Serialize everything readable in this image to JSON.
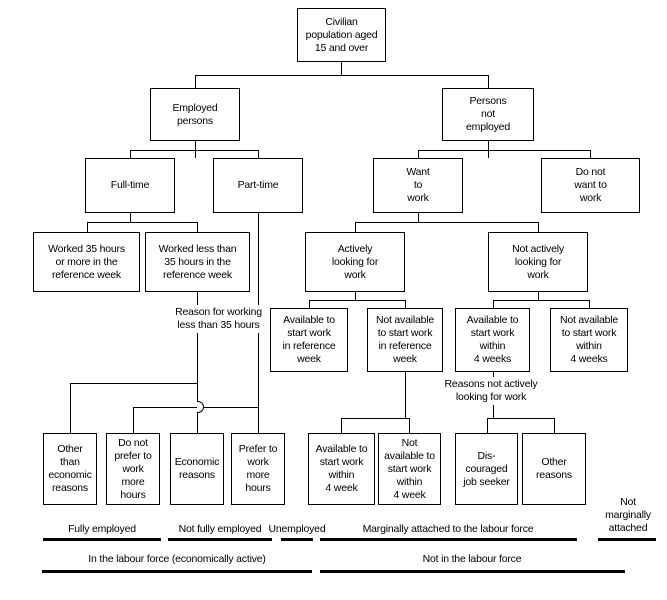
{
  "nodes": [
    {
      "id": "civilian",
      "label": "Civilian\npopulation aged\n15 and over"
    },
    {
      "id": "employed",
      "label": "Employed\npersons"
    },
    {
      "id": "not_employed",
      "label": "Persons\nnot\nemployed"
    },
    {
      "id": "fulltime",
      "label": "Full-time"
    },
    {
      "id": "parttime",
      "label": "Part-time"
    },
    {
      "id": "want",
      "label": "Want\nto\nwork"
    },
    {
      "id": "nowant",
      "label": "Do not\nwant to\nwork"
    },
    {
      "id": "worked35",
      "label": "Worked 35 hours\nor more in the\nreference week"
    },
    {
      "id": "workedless",
      "label": "Worked less than\n35 hours in the\nreference week"
    },
    {
      "id": "actively",
      "label": "Actively\nlooking for\nwork"
    },
    {
      "id": "notactively",
      "label": "Not actively\nlooking for\nwork"
    },
    {
      "id": "avail_ref",
      "label": "Available to\nstart work\nin reference\nweek"
    },
    {
      "id": "notavail_ref",
      "label": "Not available\nto start work\nin reference\nweek"
    },
    {
      "id": "avail_4w",
      "label": "Available to\nstart work\nwithin\n4 weeks"
    },
    {
      "id": "notavail_4w",
      "label": "Not available\nto start work\nwithin\n4 weeks"
    },
    {
      "id": "other_econ",
      "label": "Other\nthan\neconomic\nreasons"
    },
    {
      "id": "noprefer",
      "label": "Do not\nprefer to\nwork\nmore\nhours"
    },
    {
      "id": "econ",
      "label": "Economic\nreasons"
    },
    {
      "id": "prefer",
      "label": "Prefer to\nwork\nmore\nhours"
    },
    {
      "id": "avail_4wk_b",
      "label": "Available to\nstart work\nwithin\n4 week"
    },
    {
      "id": "notavail_4wk_b",
      "label": "Not\navailable to\nstart work\nwithin\n4 week"
    },
    {
      "id": "discouraged",
      "label": "Dis-\ncouraged\njob seeker"
    },
    {
      "id": "other_reasons",
      "label": "Other\nreasons"
    }
  ],
  "annotations": [
    {
      "id": "reason_working_less",
      "label": "Reason for working\nless than 35 hours"
    },
    {
      "id": "reasons_not_actively",
      "label": "Reasons not actively\nlooking for work"
    }
  ],
  "edges": [
    {
      "from": "civilian",
      "to": [
        "employed",
        "not_employed"
      ]
    },
    {
      "from": "employed",
      "to": [
        "fulltime",
        "parttime"
      ]
    },
    {
      "from": "not_employed",
      "to": [
        "want",
        "nowant"
      ]
    },
    {
      "from": "fulltime",
      "to": [
        "worked35",
        "workedless"
      ]
    },
    {
      "from": "workedless",
      "to": [
        "other_econ",
        "econ"
      ],
      "label": "Reason for working less than 35 hours"
    },
    {
      "from": "parttime",
      "to": [
        "noprefer",
        "prefer"
      ]
    },
    {
      "from": "want",
      "to": [
        "actively",
        "notactively"
      ]
    },
    {
      "from": "actively",
      "to": [
        "avail_ref",
        "notavail_ref"
      ]
    },
    {
      "from": "notactively",
      "to": [
        "avail_4w",
        "notavail_4w"
      ]
    },
    {
      "from": "notavail_ref",
      "to": [
        "avail_4wk_b",
        "notavail_4wk_b"
      ]
    },
    {
      "from": "avail_4w",
      "to": [
        "discouraged",
        "other_reasons"
      ],
      "label": "Reasons not actively looking for work"
    }
  ],
  "categories": {
    "row1": [
      {
        "id": "fully",
        "label": "Fully employed"
      },
      {
        "id": "notfully",
        "label": "Not fully employed"
      },
      {
        "id": "unemployed",
        "label": "Unemployed"
      },
      {
        "id": "marginal",
        "label": "Marginally attached to the labour force"
      },
      {
        "id": "notmarginal",
        "label": "Not\nmarginally\nattached"
      }
    ],
    "row2": [
      {
        "id": "inlf",
        "label": "In the labour force (economically active)"
      },
      {
        "id": "notinlf",
        "label": "Not in the labour force"
      }
    ]
  },
  "colors": {
    "line": "#000000",
    "box_border": "#000000",
    "background": "#ffffff",
    "text": "#000000"
  }
}
